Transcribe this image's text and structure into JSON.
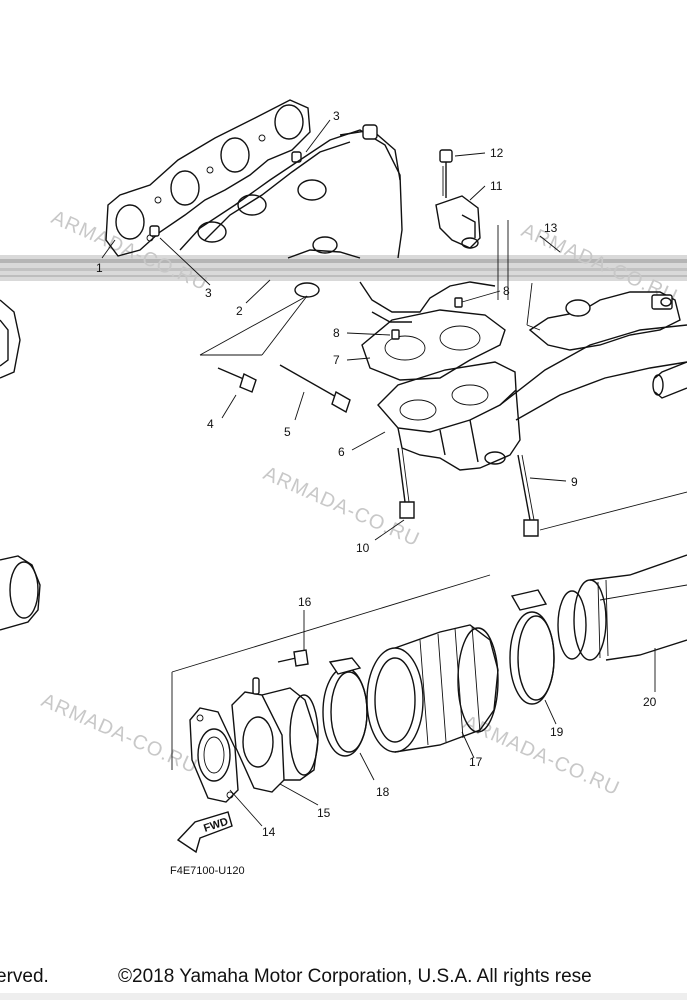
{
  "watermarks": [
    "ARMADA-CO.RU",
    "ARMADA-CO.RU",
    "ARMADA-CO.RU",
    "ARMADA-CO.RU",
    "ARMADA-CO.RU"
  ],
  "callouts": {
    "n1": "1",
    "n2": "2",
    "n3a": "3",
    "n3b": "3",
    "n4": "4",
    "n5": "5",
    "n6": "6",
    "n7": "7",
    "n8a": "8",
    "n8b": "8",
    "n9": "9",
    "n10": "10",
    "n11": "11",
    "n12": "12",
    "n13": "13",
    "n14": "14",
    "n15": "15",
    "n16": "16",
    "n17": "17",
    "n18": "18",
    "n19": "19",
    "n20": "20"
  },
  "fwd_label": "FWD",
  "diagram_code": "F4E7100-U120",
  "footer": {
    "left": "erved.",
    "copyright": "©2018 Yamaha Motor Corporation, U.S.A. All rights rese"
  }
}
